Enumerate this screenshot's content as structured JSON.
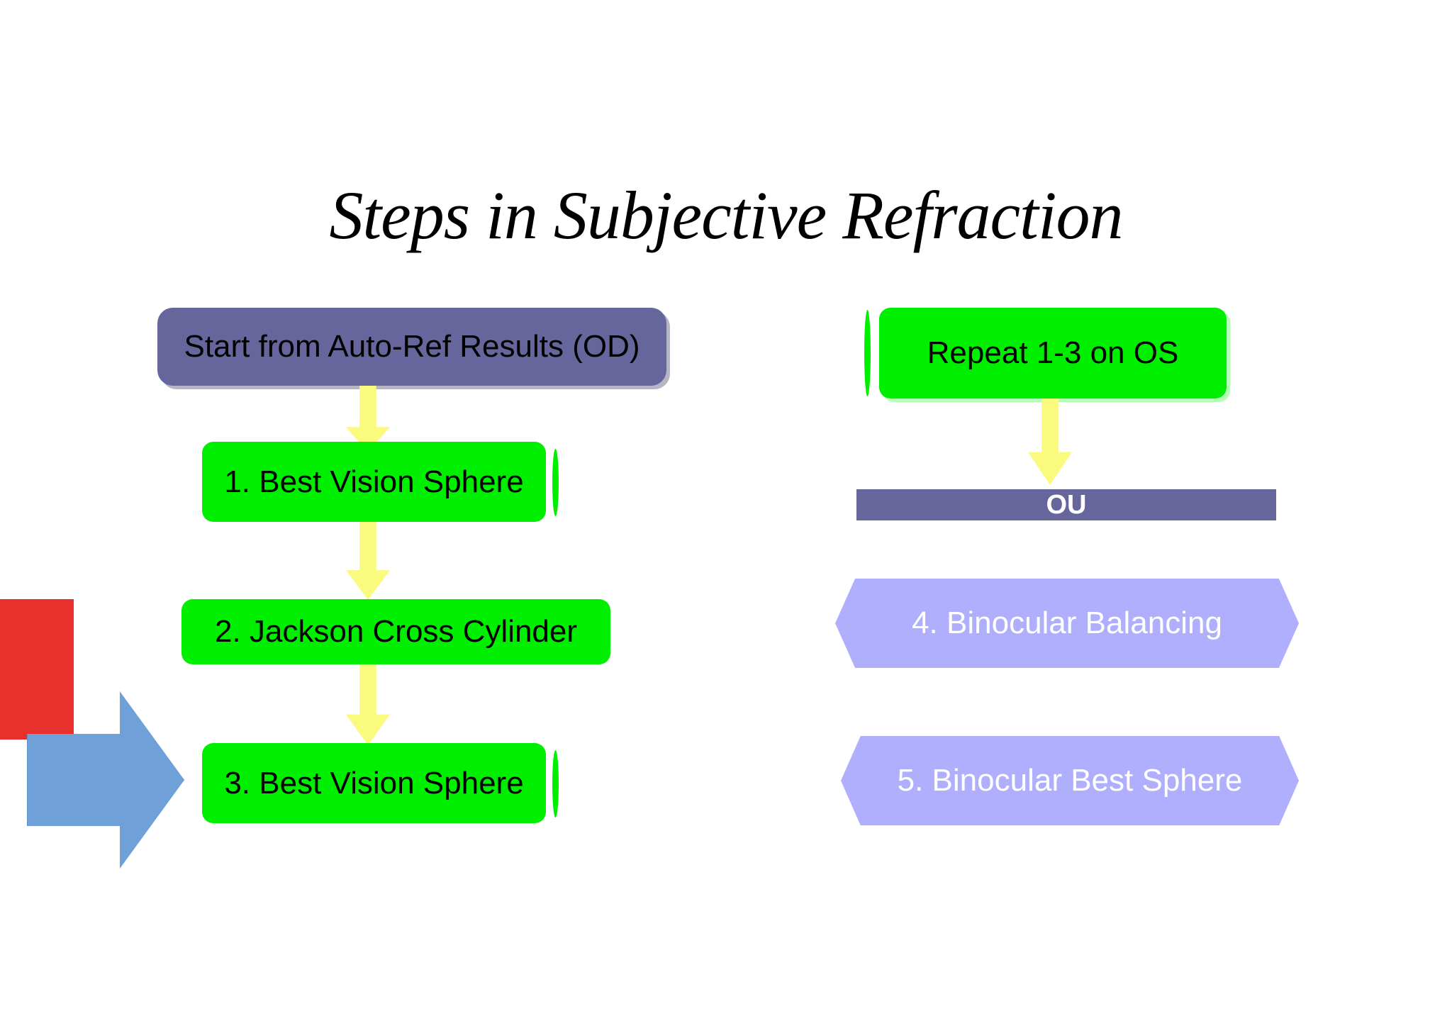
{
  "slide": {
    "title": "Steps in Subjective Refraction",
    "background_color": "#FFFFFF"
  },
  "colors": {
    "purple": "#66669C",
    "green": "#00EE00",
    "yellow_arrow": "#FAFA7F",
    "hexagon_periwinkle": "#AFAFFD",
    "blue_arrow": "#6FA0D8",
    "red_rect": "#E8302C",
    "text_black": "#000000",
    "text_white": "#FFFFFF"
  },
  "left_column": {
    "start_box": {
      "label": "Start from Auto-Ref Results (OD)"
    },
    "steps": [
      {
        "label": "1. Best Vision Sphere"
      },
      {
        "label": "2. Jackson Cross Cylinder"
      },
      {
        "label": "3. Best Vision Sphere"
      }
    ]
  },
  "right_column": {
    "repeat_box": {
      "label": "Repeat 1-3 on OS"
    },
    "ou_bar": {
      "label": "OU"
    },
    "steps": [
      {
        "label": "4. Binocular Balancing"
      },
      {
        "label": "5. Binocular Best Sphere"
      }
    ]
  },
  "decorations": {
    "blue_arrow_name": "right-arrow-shape",
    "red_rect_name": "red-rectangle-shape",
    "down_arrow_name": "down-arrow-shape"
  }
}
